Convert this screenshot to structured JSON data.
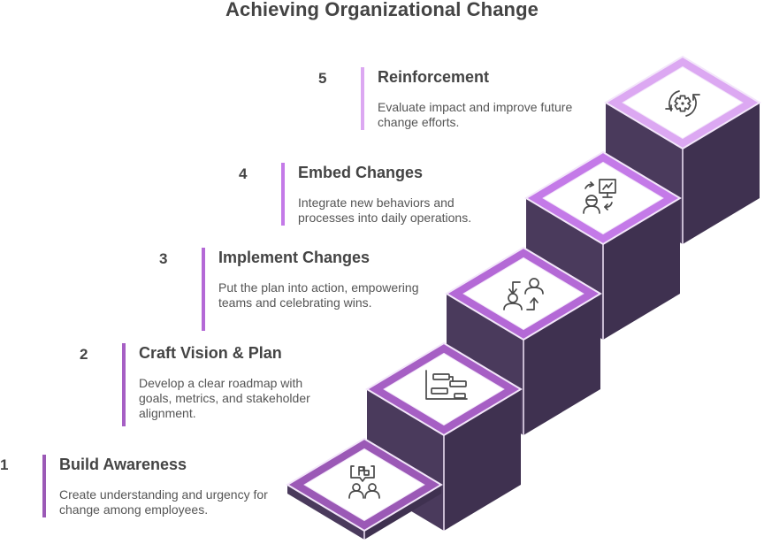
{
  "title": "Achieving Organizational Change",
  "colors": {
    "riser": "#4a3a5c",
    "riser_dark": "#3f3150",
    "highlight": "#f3e6fa",
    "icon_stroke": "#4a4a4a"
  },
  "steps": [
    {
      "number": "1",
      "heading": "Build Awareness",
      "description": "Create understanding and urgency for change among employees.",
      "accent": "#9b59b6",
      "icon": "presentation-people-icon"
    },
    {
      "number": "2",
      "heading": "Craft Vision & Plan",
      "description": "Develop a clear roadmap with goals, metrics, and stakeholder alignment.",
      "accent": "#a65fc4",
      "icon": "gantt-chart-icon"
    },
    {
      "number": "3",
      "heading": "Implement Changes",
      "description": "Put the plan into action, empowering teams and celebrating wins.",
      "accent": "#b469d6",
      "icon": "people-exchange-icon"
    },
    {
      "number": "4",
      "heading": "Embed Changes",
      "description": "Integrate new behaviors and processes into daily operations.",
      "accent": "#c47ae8",
      "icon": "person-monitor-cycle-icon"
    },
    {
      "number": "5",
      "heading": "Reinforcement",
      "description": "Evaluate impact and improve future change efforts.",
      "accent": "#dca8f2",
      "icon": "gear-refresh-icon"
    }
  ]
}
